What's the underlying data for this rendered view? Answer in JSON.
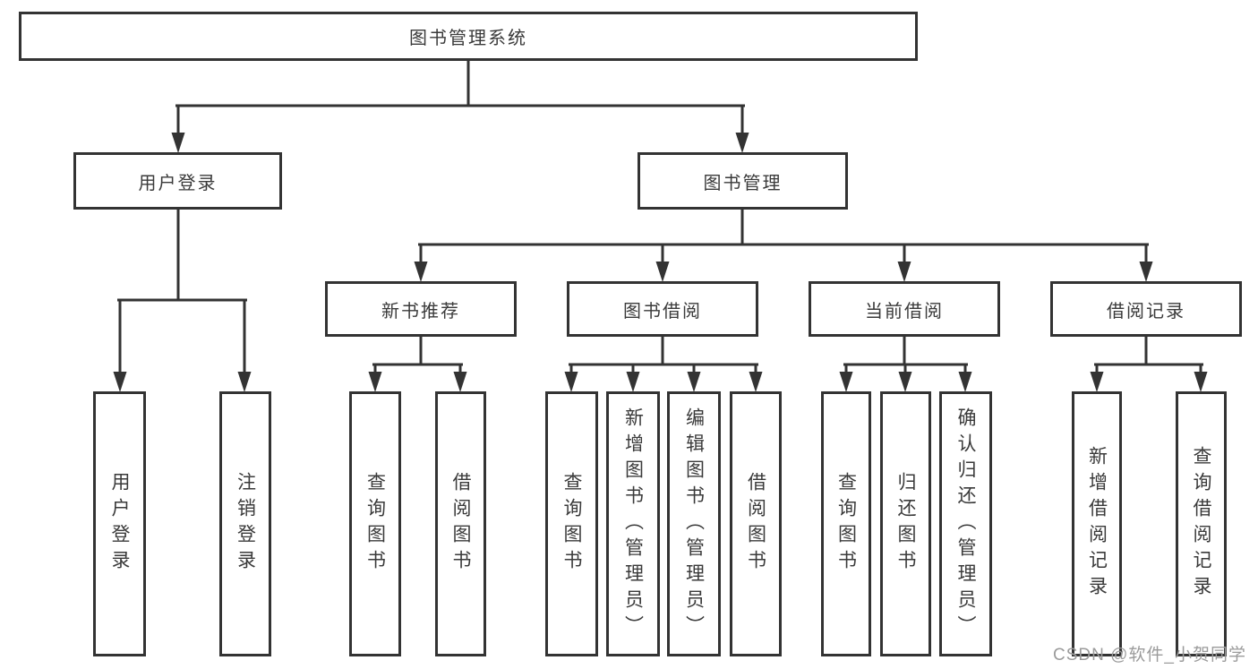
{
  "diagram_type": "function-structure-tree",
  "colors": {
    "line": "#333333",
    "box_border": "#333333",
    "box_fill": "#ffffff",
    "text": "#3a3a3a",
    "watermark_text": "#9b9b9b",
    "background": "#ffffff"
  },
  "tree": {
    "root": {
      "label": "图书管理系统",
      "children": [
        {
          "label": "用户登录",
          "children": [
            {
              "label": "用户登录"
            },
            {
              "label": "注销登录"
            }
          ]
        },
        {
          "label": "图书管理",
          "children": [
            {
              "label": "新书推荐",
              "children": [
                {
                  "label": "查询图书"
                },
                {
                  "label": "借阅图书"
                }
              ]
            },
            {
              "label": "图书借阅",
              "children": [
                {
                  "label": "查询图书"
                },
                {
                  "label": "新增图书（管理员）"
                },
                {
                  "label": "编辑图书（管理员）"
                },
                {
                  "label": "借阅图书"
                }
              ]
            },
            {
              "label": "当前借阅",
              "children": [
                {
                  "label": "查询图书"
                },
                {
                  "label": "归还图书"
                },
                {
                  "label": "确认归还（管理员）"
                }
              ]
            },
            {
              "label": "借阅记录",
              "children": [
                {
                  "label": "新增借阅记录"
                },
                {
                  "label": "查询借阅记录"
                }
              ]
            }
          ]
        }
      ]
    }
  },
  "watermark": {
    "text": "CSDN @软件_小贺同学"
  }
}
